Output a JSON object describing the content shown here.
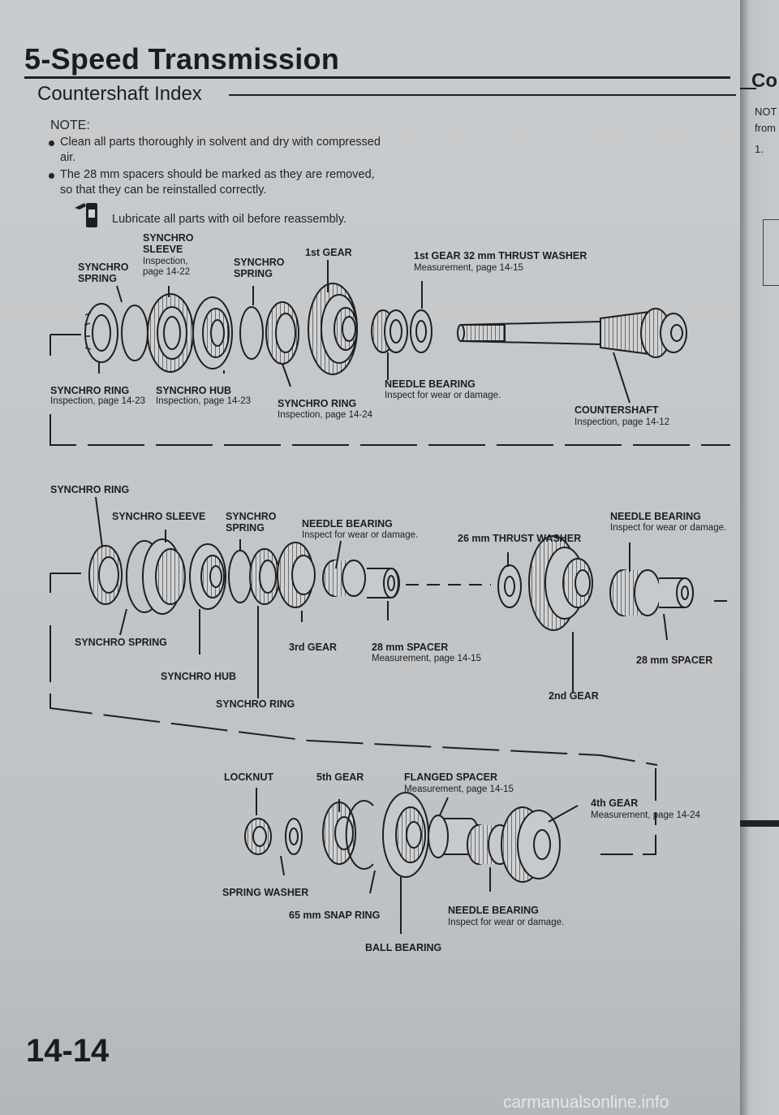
{
  "header": {
    "title": "5-Speed Transmission",
    "subtitle": "Countershaft Index"
  },
  "note": {
    "heading": "NOTE:",
    "items": [
      "Clean all parts thoroughly in solvent and dry with compressed air.",
      "The 28 mm spacers should be marked as they are removed, so that they can be reinstalled correctly."
    ],
    "lubricate": "Lubricate all parts with oil before reassembly."
  },
  "group1": {
    "synchro_sleeve": "SYNCHRO SLEEVE",
    "synchro_sleeve_sub": "Inspection, page 14-22",
    "synchro_spring_left": "SYNCHRO SPRING",
    "synchro_spring_right": "SYNCHRO SPRING",
    "first_gear": "1st GEAR",
    "thrust_washer": "1st GEAR 32 mm THRUST WASHER",
    "thrust_washer_sub": "Measurement, page 14-15",
    "synchro_ring_left": "SYNCHRO RING",
    "synchro_ring_left_sub": "Inspection, page 14-23",
    "synchro_hub": "SYNCHRO HUB",
    "synchro_hub_sub": "Inspection, page 14-23",
    "synchro_ring_right": "SYNCHRO RING",
    "synchro_ring_right_sub": "Inspection, page 14-24",
    "needle_bearing": "NEEDLE BEARING",
    "needle_bearing_sub": "Inspect for wear or damage.",
    "countershaft": "COUNTERSHAFT",
    "countershaft_sub": "Inspection, page 14-12"
  },
  "group2": {
    "synchro_ring_top": "SYNCHRO RING",
    "synchro_sleeve": "SYNCHRO SLEEVE",
    "synchro_spring_top": "SYNCHRO SPRING",
    "needle_bearing_1": "NEEDLE BEARING",
    "needle_bearing_1_sub": "Inspect for wear or damage.",
    "thrust_washer": "26 mm THRUST WASHER",
    "needle_bearing_2": "NEEDLE BEARING",
    "needle_bearing_2_sub": "Inspect for wear or damage.",
    "synchro_spring_bottom": "SYNCHRO SPRING",
    "third_gear": "3rd GEAR",
    "spacer_1": "28 mm SPACER",
    "spacer_1_sub": "Measurement, page 14-15",
    "spacer_2": "28 mm SPACER",
    "synchro_hub": "SYNCHRO HUB",
    "second_gear": "2nd GEAR",
    "synchro_ring_bottom": "SYNCHRO RING"
  },
  "group3": {
    "locknut": "LOCKNUT",
    "fifth_gear": "5th GEAR",
    "flanged_spacer": "FLANGED SPACER",
    "flanged_spacer_sub": "Measurement, page 14-15",
    "fourth_gear": "4th GEAR",
    "fourth_gear_sub": "Measurement, page 14-24",
    "spring_washer": "SPRING WASHER",
    "snap_ring": "65 mm SNAP RING",
    "needle_bearing": "NEEDLE BEARING",
    "needle_bearing_sub": "Inspect for wear or damage.",
    "ball_bearing": "BALL BEARING"
  },
  "footer": {
    "page_number": "14-14",
    "watermark": "carmanualsonline.info"
  },
  "facing_page": {
    "title": "Co",
    "lines": [
      "NOT",
      "from",
      "1."
    ]
  }
}
